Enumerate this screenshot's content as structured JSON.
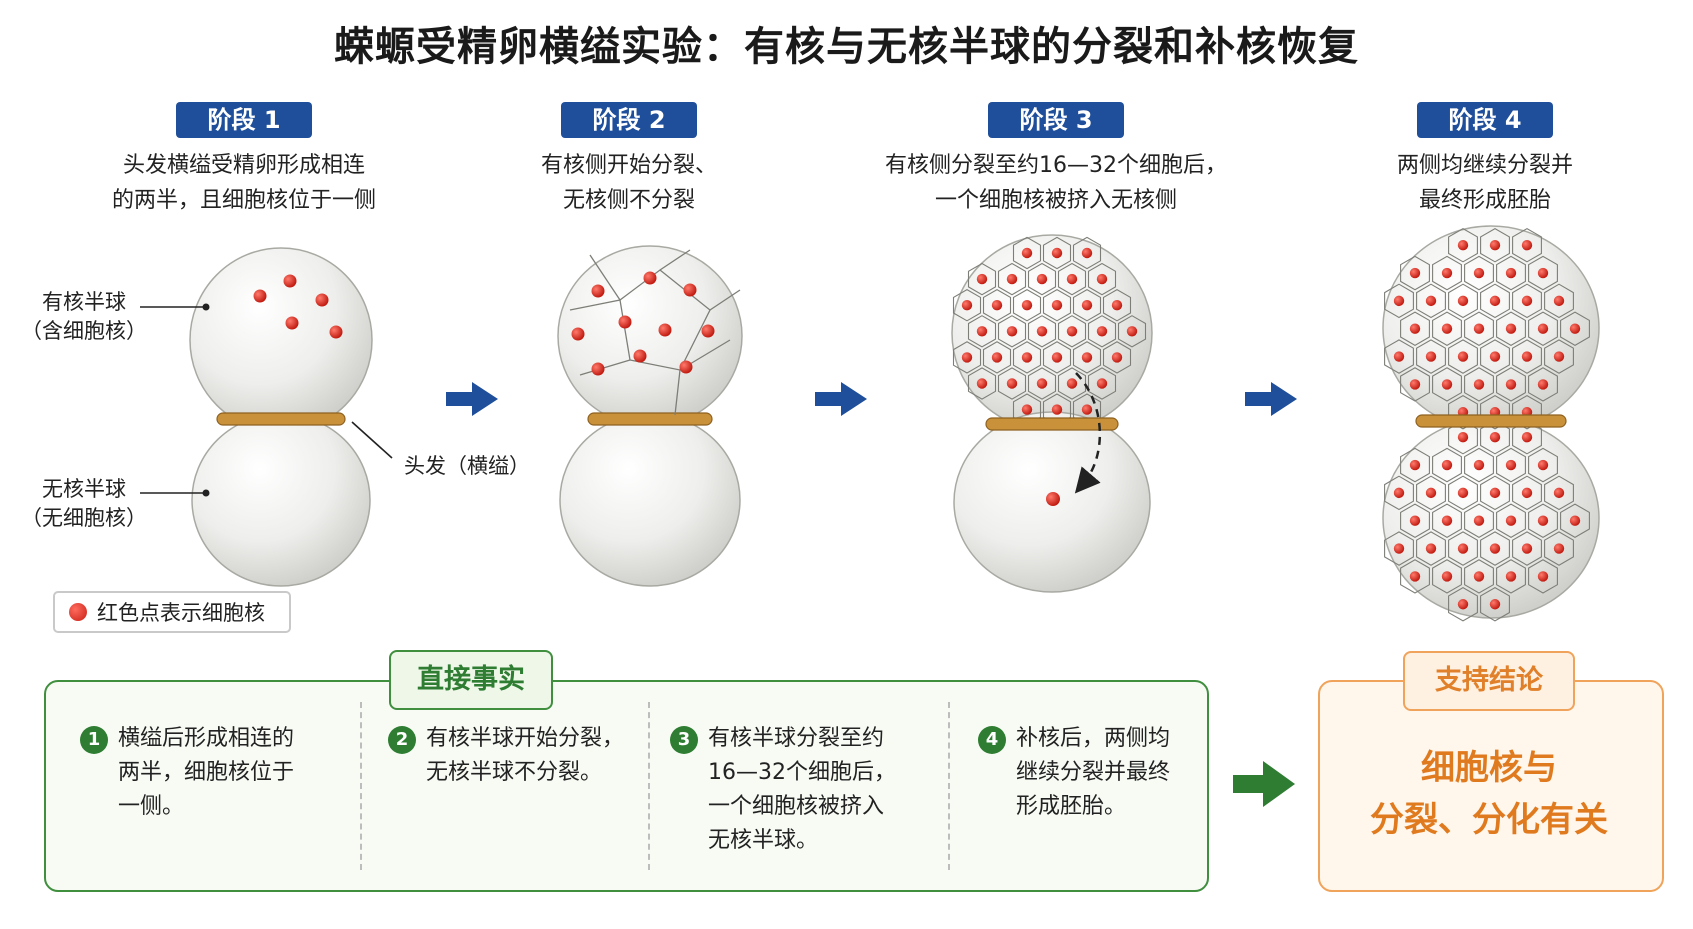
{
  "title": "蝾螈受精卵横缢实验：有核与无核半球的分裂和补核恢复",
  "stages": [
    {
      "badge": "阶段 1",
      "desc": "头发横缢受精卵形成相连\n的两半，且细胞核位于一侧"
    },
    {
      "badge": "阶段 2",
      "desc": "有核侧开始分裂、\n无核侧不分裂"
    },
    {
      "badge": "阶段 3",
      "desc": "有核侧分裂至约16—32个细胞后，\n一个细胞核被挤入无核侧"
    },
    {
      "badge": "阶段 4",
      "desc": "两侧均继续分裂并\n最终形成胚胎"
    }
  ],
  "labels": {
    "nucleated": "有核半球\n（含细胞核）",
    "anucleate": "无核半球\n（无细胞核）",
    "hair": "头发（横缢）"
  },
  "legend": "红色点表示细胞核",
  "facts_title": "直接事实",
  "facts": [
    {
      "num": "1",
      "text": "横缢后形成相连的\n两半，细胞核位于\n一侧。"
    },
    {
      "num": "2",
      "text": "有核半球开始分裂，\n无核半球不分裂。"
    },
    {
      "num": "3",
      "text": "有核半球分裂至约\n16—32个细胞后，\n一个细胞核被挤入\n无核半球。"
    },
    {
      "num": "4",
      "text": "补核后，两侧均\n继续分裂并最终\n形成胚胎。"
    }
  ],
  "conclusion_title": "支持结论",
  "conclusion": "细胞核与\n分裂、分化有关",
  "colors": {
    "stage_badge": "#1f4f9a",
    "arrow_blue": "#1f4f9a",
    "arrow_green": "#2e7d32",
    "nucleus": "#d42a1e",
    "hair": "#c8913a",
    "facts_border": "#3f8f3f",
    "conclusion": "#e07a1f"
  }
}
